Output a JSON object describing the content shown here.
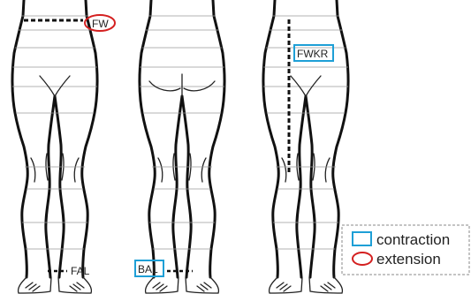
{
  "labels": {
    "fw": "FW",
    "fal": "FAL",
    "bal": "BAL",
    "fwkr": "FWKR"
  },
  "legend": {
    "items": [
      {
        "shape": "rectangle",
        "label": "contraction",
        "color": "#1e9fd6"
      },
      {
        "shape": "ellipse",
        "label": "extension",
        "color": "#d42020"
      }
    ]
  },
  "colors": {
    "contraction": "#1e9fd6",
    "extension": "#d42020",
    "outline": "#111111",
    "guides": "#9a9a9a"
  }
}
